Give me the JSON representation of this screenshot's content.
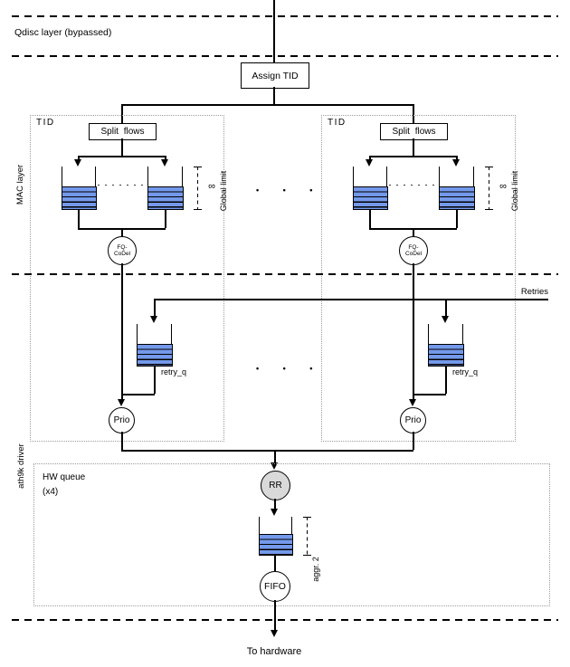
{
  "layers": {
    "qdisc": "Qdisc layer (bypassed)",
    "mac": "MAC layer",
    "driver": "ath9k driver"
  },
  "assign_tid_label": "Assign TID",
  "retries_label": "Retries",
  "ellipsis": "• • •",
  "tid_sections": [
    {
      "title": "TID",
      "split_flows": "Split flows",
      "bracket_value": "∞",
      "bracket_label": "Global limit",
      "scheduler_line1": "FQ-",
      "scheduler_line2": "CoDel",
      "retry_queue_label": "retry_q",
      "prio_label": "Prio"
    },
    {
      "title": "TID",
      "split_flows": "Split flows",
      "bracket_value": "∞",
      "bracket_label": "Global limit",
      "scheduler_line1": "FQ-",
      "scheduler_line2": "CoDel",
      "retry_queue_label": "retry_q",
      "prio_label": "Prio"
    }
  ],
  "hw_section": {
    "title_line1": "HW queue",
    "title_line2": "(x4)",
    "rr_label": "RR",
    "bracket_value": "2",
    "queue_name": "aggr.",
    "fifo_label": "FIFO"
  },
  "to_hardware_label": "To hardware",
  "colors": {
    "queue_fill": "#7499EA",
    "rr_fill": "#D9D9D9",
    "dotted_border": "#9C9C9C"
  }
}
